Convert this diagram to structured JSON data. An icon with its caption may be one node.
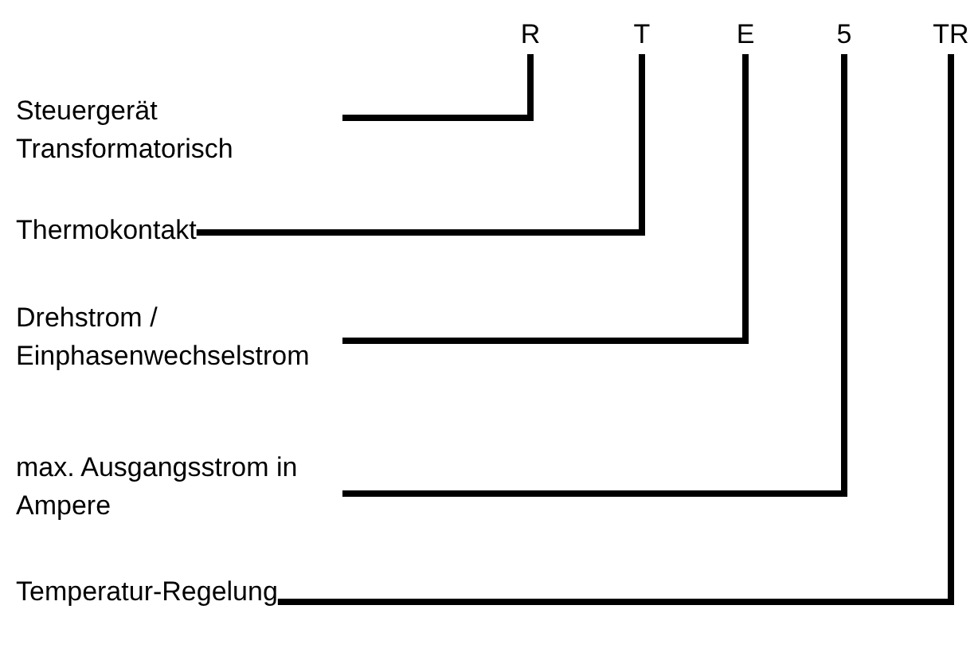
{
  "diagram": {
    "nodes": [
      {
        "text": [
          "R"
        ]
      },
      {
        "text": [
          "T"
        ]
      },
      {
        "text": [
          "E"
        ]
      },
      {
        "text": [
          "5"
        ]
      },
      {
        "text": [
          "TR"
        ]
      },
      {
        "text": [
          "Steuergerät Transformatorisch"
        ]
      },
      {
        "text": [
          "Thermokontakt"
        ]
      },
      {
        "text": [
          "Drehstrom / Einphasenwechselstrom"
        ]
      },
      {
        "text": [
          "max. Ausgangsstrom in Ampere"
        ]
      },
      {
        "text": [
          "Temperatur-Regelung"
        ]
      }
    ],
    "edges": [
      {
        "from": 5,
        "to": 0,
        "arrow": "none"
      },
      {
        "from": 6,
        "to": 1,
        "arrow": "none"
      },
      {
        "from": 7,
        "to": 2,
        "arrow": "none"
      },
      {
        "from": 8,
        "to": 3,
        "arrow": "none"
      },
      {
        "from": 9,
        "to": 4,
        "arrow": "none"
      }
    ]
  }
}
